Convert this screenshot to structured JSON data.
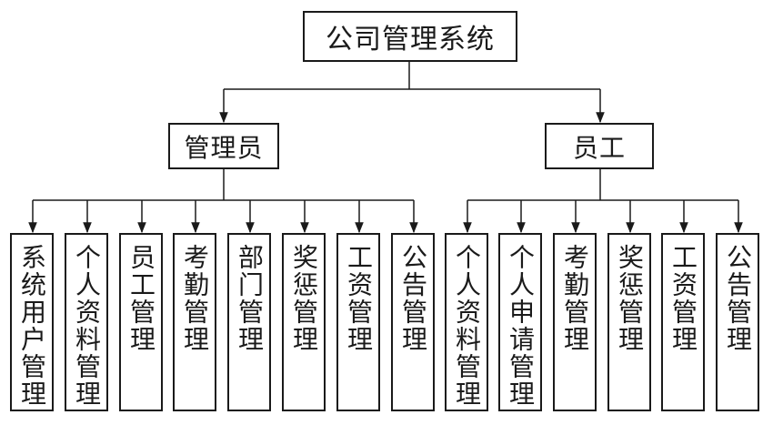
{
  "diagram": {
    "root": "公司管理系统",
    "roles": [
      {
        "label": "管理员",
        "modules": [
          "系统用户管理",
          "个人资料管理",
          "员工管理",
          "考勤管理",
          "部门管理",
          "奖惩管理",
          "工资管理",
          "公告管理"
        ]
      },
      {
        "label": "员工",
        "modules": [
          "个人资料管理",
          "个人申请管理",
          "考勤管理",
          "奖惩管理",
          "工资管理",
          "公告管理"
        ]
      }
    ]
  }
}
